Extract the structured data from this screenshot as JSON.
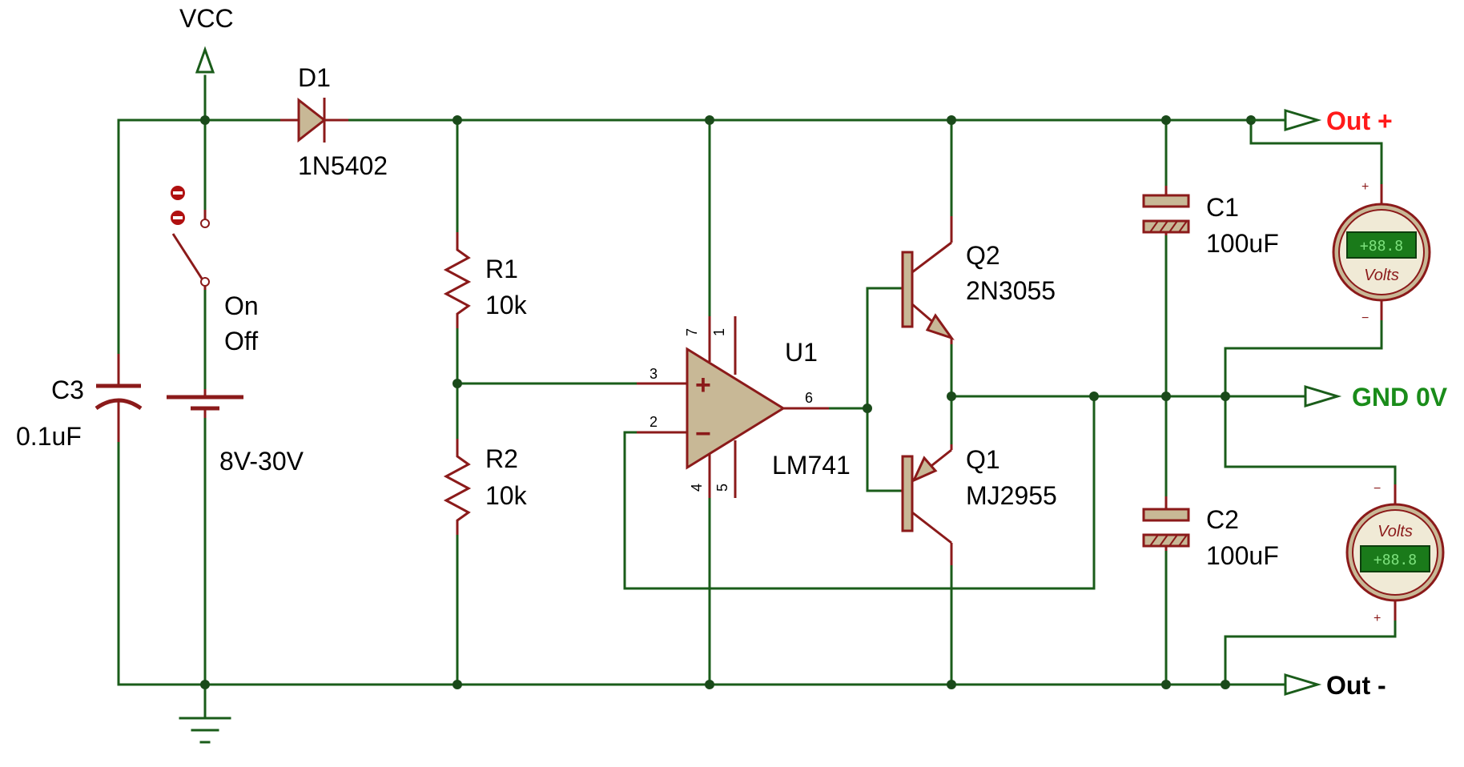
{
  "colors": {
    "wire": "#1a5c1a",
    "component": "#8b1a1a",
    "component_fill": "#c8b896",
    "out_plus": "#ff1a1a",
    "gnd": "#1a8c1a",
    "out_minus": "#000000",
    "meter_display": "#1a7a1a"
  },
  "supply": {
    "vcc_label": "VCC"
  },
  "diode": {
    "ref": "D1",
    "part": "1N5402"
  },
  "switch": {
    "on_label": "On",
    "off_label": "Off"
  },
  "battery": {
    "value": "8V-30V"
  },
  "c3": {
    "ref": "C3",
    "value": "0.1uF"
  },
  "r1": {
    "ref": "R1",
    "value": "10k"
  },
  "r2": {
    "ref": "R2",
    "value": "10k"
  },
  "opamp": {
    "ref": "U1",
    "part": "LM741",
    "pins": {
      "p1": "1",
      "p2": "2",
      "p3": "3",
      "p4": "4",
      "p5": "5",
      "p6": "6",
      "p7": "7"
    },
    "plus_sign": "+",
    "minus_sign": "−"
  },
  "q2": {
    "ref": "Q2",
    "part": "2N3055"
  },
  "q1": {
    "ref": "Q1",
    "part": "MJ2955"
  },
  "c1": {
    "ref": "C1",
    "value": "100uF"
  },
  "c2": {
    "ref": "C2",
    "value": "100uF"
  },
  "meter_top": {
    "display": "+88.8",
    "unit": "Volts",
    "plus": "+",
    "minus": "−"
  },
  "meter_bottom": {
    "display": "+88.8",
    "unit": "Volts",
    "plus": "+",
    "minus": "−"
  },
  "terminals": {
    "out_plus": "Out +",
    "gnd": "GND 0V",
    "out_minus": "Out -"
  }
}
